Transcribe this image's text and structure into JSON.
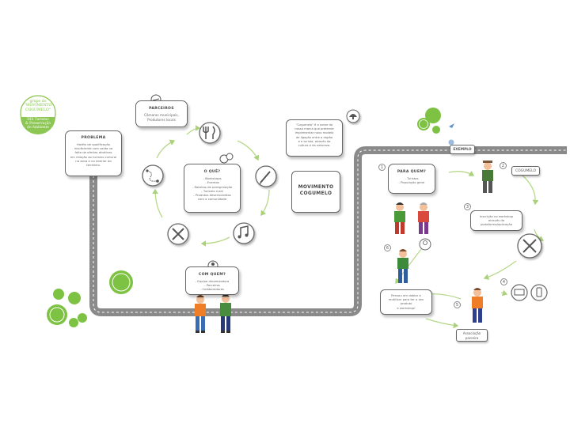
{
  "badge": {
    "top_text": "grupo do\n\"MOVIMENTO\nCOGUMELO\"",
    "bottom_text": "DIS Turismo\n& Preservação\ndo Ambiente"
  },
  "problema": {
    "title": "PROBLEMA",
    "body": "Hotéis de qualificação\ninsuficiente com saída na\nfalta de ofertas atrativas\nem relação ao turismo cultural\nna zona e no interior do\nterritório."
  },
  "parceiros": {
    "title": "PARCEIROS",
    "body": "Câmaras municipais,\nProdutores locais"
  },
  "oque": {
    "title": "O QUÊ?",
    "body": "- Workshops\n- Eventos\n- Roteiros de peregrinação\n- Turismo rural\n- Produtos desenvolvidos\ncom a comunidade"
  },
  "comquem": {
    "title": "COM QUEM?",
    "body": "- Equipa dinamizadora\n- Parceiros\n- Colaboradores"
  },
  "movimento": {
    "quote": "\"Cogumelo\" é o nome da\nnossa marca que pretende\nimplementar novo modelo\nde ligação entre a região\ne o turista, através da\ncultura e da natureza.",
    "name": "MOVIMENTO\nCOGUMELO"
  },
  "exemplo": {
    "label": "EXEMPLO"
  },
  "para_quem": {
    "title": "PARA QUEM?",
    "body": "- Turistas\n- População geral"
  },
  "cogumelo_tag": "COGUMELO",
  "inscricao": "Inscrição no workshop\natravés da plataforma/aplicação",
  "pergunta": "Pensou em doblar e\nreutilizar para ter o seu\nproduto\ne workshop!",
  "associacao": "Associação\nparceira",
  "numbers": [
    "1",
    "2",
    "3",
    "4",
    "5",
    "6"
  ],
  "colors": {
    "green": "#7dc242",
    "green_light": "#a6d86a",
    "road": "#8a8a8a",
    "arrow": "#b7d98a"
  },
  "icons": [
    "handshake-icon",
    "fork-knife-icon",
    "money-icon",
    "paintbrush-icon",
    "music-icon",
    "tools-icon",
    "route-icon",
    "user-icon",
    "mushroom-icon",
    "bird-icon",
    "laptop-icon",
    "phone-icon",
    "lightbulb-icon"
  ]
}
